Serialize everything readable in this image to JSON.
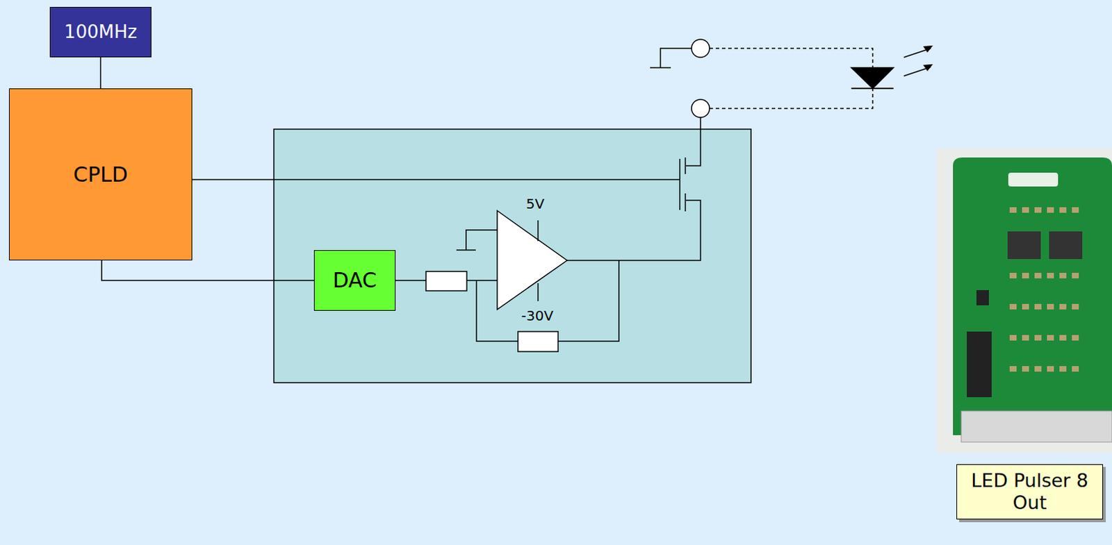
{
  "diagram": {
    "nodes": [
      {
        "text": [
          "100MHz"
        ]
      },
      {
        "text": [
          "CPLD"
        ]
      },
      {
        "text": [
          "DAC"
        ]
      },
      {
        "text": [
          "LED Pulser 8 Out"
        ]
      }
    ],
    "edges": [
      {
        "from": 0,
        "to": 1,
        "arrow": "none"
      },
      {
        "from": 1,
        "to": 2,
        "arrow": "none"
      }
    ],
    "labels": [
      "5V",
      "-30V"
    ]
  }
}
